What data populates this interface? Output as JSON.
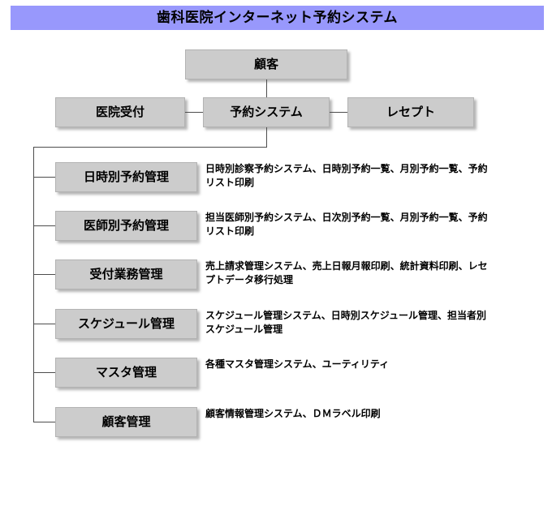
{
  "title": {
    "text": "歯科医院インターネット予約システム",
    "banner_color": "#9898fc"
  },
  "colors": {
    "box_fill": "#cccccc",
    "box_border": "#b3b3b3",
    "line": "#4d4d4d",
    "text": "#000000",
    "background": "#ffffff"
  },
  "top_nodes": {
    "customer": "顧客",
    "reception": "医院受付",
    "booking_system": "予約システム",
    "receipt": "レセプト"
  },
  "modules": [
    {
      "name": "日時別予約管理",
      "description": "日時別診察予約システム、日時別予約一覧、月別予約一覧、予約リスト印刷"
    },
    {
      "name": "医師別予約管理",
      "description": "担当医師別予約システム、日次別予約一覧、月別予約一覧、予約リスト印刷"
    },
    {
      "name": "受付業務管理",
      "description": "売上請求管理システム、売上日報月報印刷、統計資料印刷、レセプトデータ移行処理"
    },
    {
      "name": "スケジュール管理",
      "description": "スケジュール管理システム、日時別スケジュール管理、担当者別スケジュール管理"
    },
    {
      "name": "マスタ管理",
      "description": "各種マスタ管理システム、ユーティリティ"
    },
    {
      "name": "顧客管理",
      "description": "顧客情報管理システム、ＤＭラベル印刷"
    }
  ]
}
